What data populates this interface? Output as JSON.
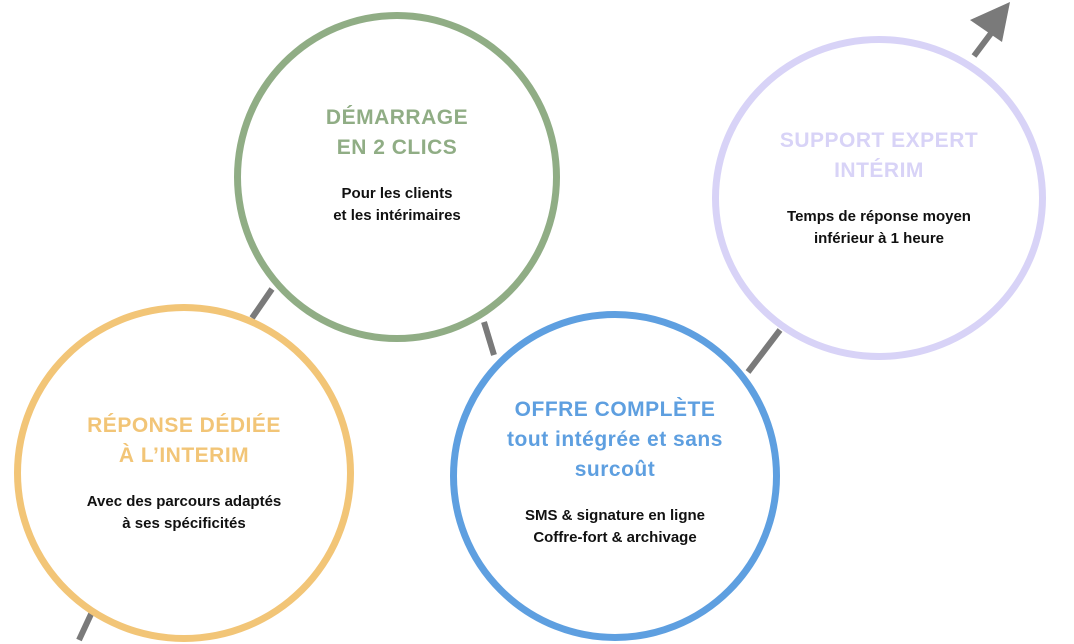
{
  "colors": {
    "connector": "#7a7a7a",
    "demarrage": "#90ad85",
    "reponse": "#f2c577",
    "offre": "#5e9fe0",
    "support": "#d8d3f7",
    "text": "#111111"
  },
  "steps": {
    "demarrage": {
      "title": [
        "DÉMARRAGE",
        "EN 2 CLICS"
      ],
      "description": [
        "Pour les clients",
        "et les intérimaires"
      ]
    },
    "reponse": {
      "title": [
        "RÉPONSE DÉDIÉE",
        "À L’INTERIM"
      ],
      "description": [
        "Avec des parcours adaptés",
        "à ses spécificités"
      ]
    },
    "offre": {
      "title": [
        "OFFRE COMPLÈTE",
        "tout intégrée et sans",
        "surcoût"
      ],
      "description": [
        "SMS & signature en ligne",
        "Coffre-fort & archivage"
      ]
    },
    "support": {
      "title": [
        "SUPPORT EXPERT",
        "INTÉRIM"
      ],
      "description": [
        "Temps de réponse moyen",
        "inférieur à 1 heure"
      ]
    }
  }
}
